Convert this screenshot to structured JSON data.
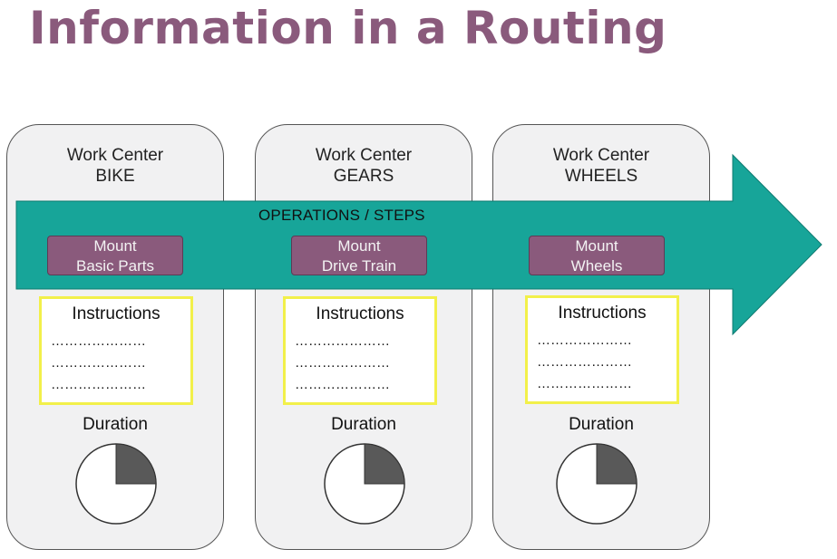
{
  "title": "Information in a Routing",
  "ops_label": "OPERATIONS / STEPS",
  "colors": {
    "title": "#8a5a7c",
    "arrow": "#17a599",
    "operation_box": "#8a5a7c",
    "instructions_border": "#f2f04a",
    "work_center_bg": "#f1f1f2",
    "clock_fill": "#595959"
  },
  "work_centers": [
    {
      "label": "Work Center",
      "name": "BIKE",
      "operation": [
        "Mount",
        "Basic Parts"
      ],
      "instructions_title": "Instructions",
      "instruction_lines": [
        "…………………",
        "…………………",
        "…………………"
      ],
      "duration_label": "Duration",
      "duration_fraction": 0.25
    },
    {
      "label": "Work Center",
      "name": "GEARS",
      "operation": [
        "Mount",
        "Drive Train"
      ],
      "instructions_title": "Instructions",
      "instruction_lines": [
        "…………………",
        "…………………",
        "…………………"
      ],
      "duration_label": "Duration",
      "duration_fraction": 0.25
    },
    {
      "label": "Work Center",
      "name": "WHEELS",
      "operation": [
        "Mount",
        "Wheels"
      ],
      "instructions_title": "Instructions",
      "instruction_lines": [
        "…………………",
        "…………………",
        "…………………"
      ],
      "duration_label": "Duration",
      "duration_fraction": 0.25
    }
  ]
}
